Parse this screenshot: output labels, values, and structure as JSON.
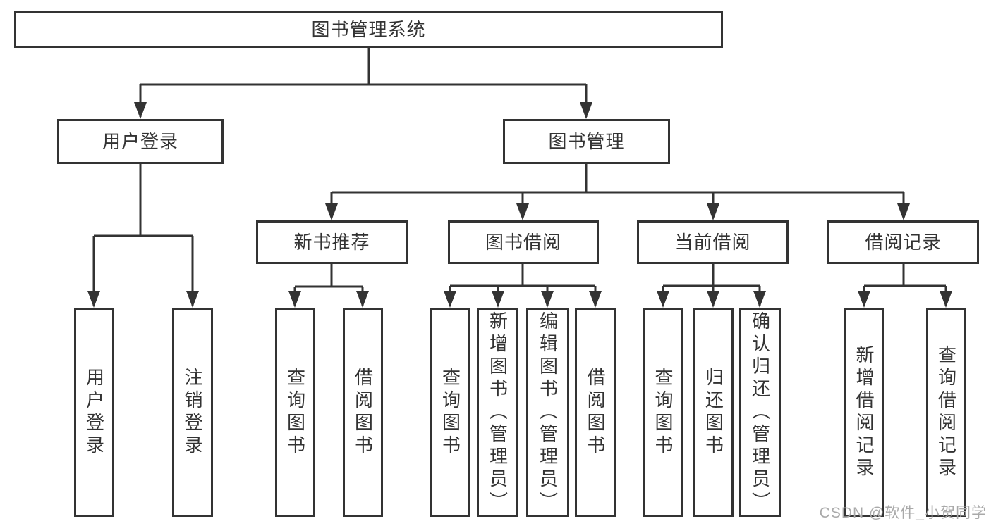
{
  "colors": {
    "line": "#333333",
    "box_border": "#333333",
    "text": "#333333",
    "watermark_gray": "#a9a9a9",
    "background": "#ffffff"
  },
  "watermark": {
    "text": "CSDN @软件_小贺同学"
  },
  "tree": {
    "root": {
      "label": "图书管理系统"
    },
    "children": [
      {
        "label": "用户登录",
        "children": [
          {
            "label": "用户登录"
          },
          {
            "label": "注销登录"
          }
        ]
      },
      {
        "label": "图书管理",
        "children": [
          {
            "label": "新书推荐",
            "children": [
              {
                "label": "查询图书"
              },
              {
                "label": "借阅图书"
              }
            ]
          },
          {
            "label": "图书借阅",
            "children": [
              {
                "label": "查询图书"
              },
              {
                "label": "新增图书（管理员）"
              },
              {
                "label": "编辑图书（管理员）"
              },
              {
                "label": "借阅图书"
              }
            ]
          },
          {
            "label": "当前借阅",
            "children": [
              {
                "label": "查询图书"
              },
              {
                "label": "归还图书"
              },
              {
                "label": "确认归还（管理员）"
              }
            ]
          },
          {
            "label": "借阅记录",
            "children": [
              {
                "label": "新增借阅记录"
              },
              {
                "label": "查询借阅记录"
              }
            ]
          }
        ]
      }
    ]
  }
}
